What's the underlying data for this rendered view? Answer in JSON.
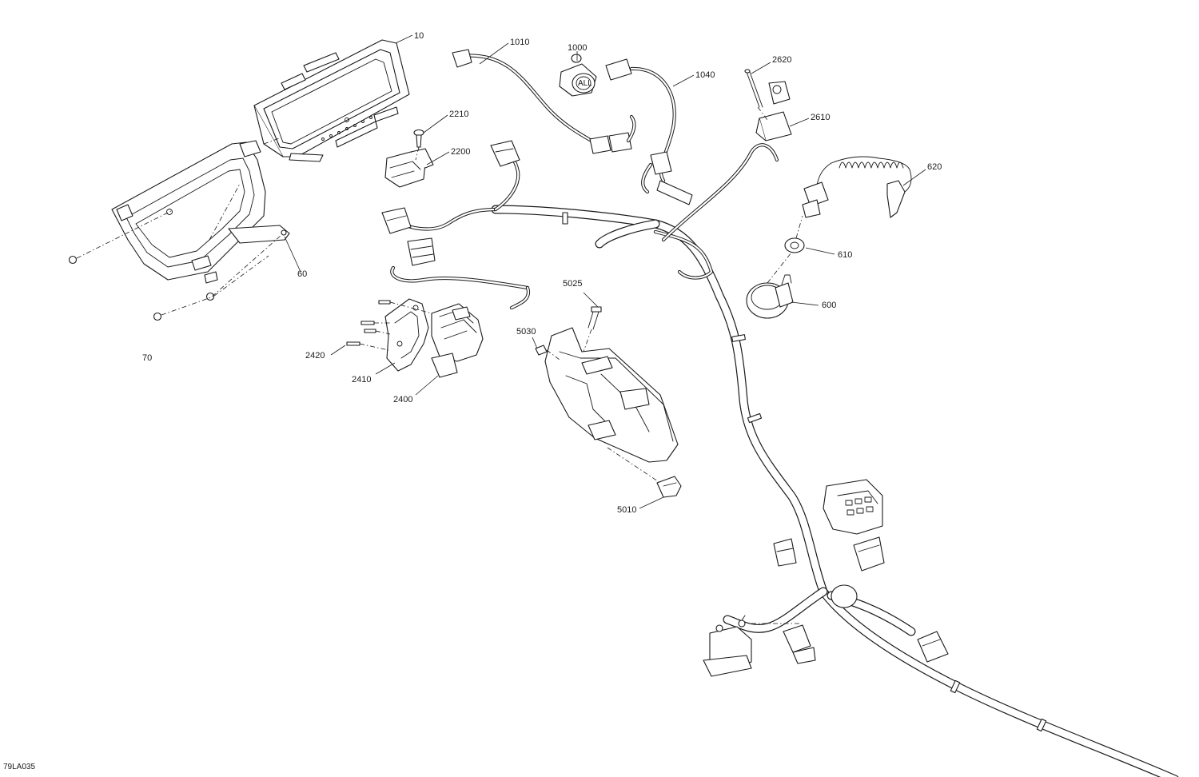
{
  "figure_code": "79LA035",
  "callouts": [
    {
      "id": "c10",
      "label": "10"
    },
    {
      "id": "c60",
      "label": "60"
    },
    {
      "id": "c70",
      "label": "70"
    },
    {
      "id": "c1010",
      "label": "1010"
    },
    {
      "id": "c1000",
      "label": "1000"
    },
    {
      "id": "c1040",
      "label": "1040"
    },
    {
      "id": "c2210",
      "label": "2210"
    },
    {
      "id": "c2200",
      "label": "2200"
    },
    {
      "id": "c2620",
      "label": "2620"
    },
    {
      "id": "c2610",
      "label": "2610"
    },
    {
      "id": "c620",
      "label": "620"
    },
    {
      "id": "c610",
      "label": "610"
    },
    {
      "id": "c600",
      "label": "600"
    },
    {
      "id": "c5025",
      "label": "5025"
    },
    {
      "id": "c5030",
      "label": "5030"
    },
    {
      "id": "c2420",
      "label": "2420"
    },
    {
      "id": "c2410",
      "label": "2410"
    },
    {
      "id": "c2400",
      "label": "2400"
    },
    {
      "id": "c5010",
      "label": "5010"
    }
  ],
  "icons": {
    "socket_face": "ALL"
  }
}
